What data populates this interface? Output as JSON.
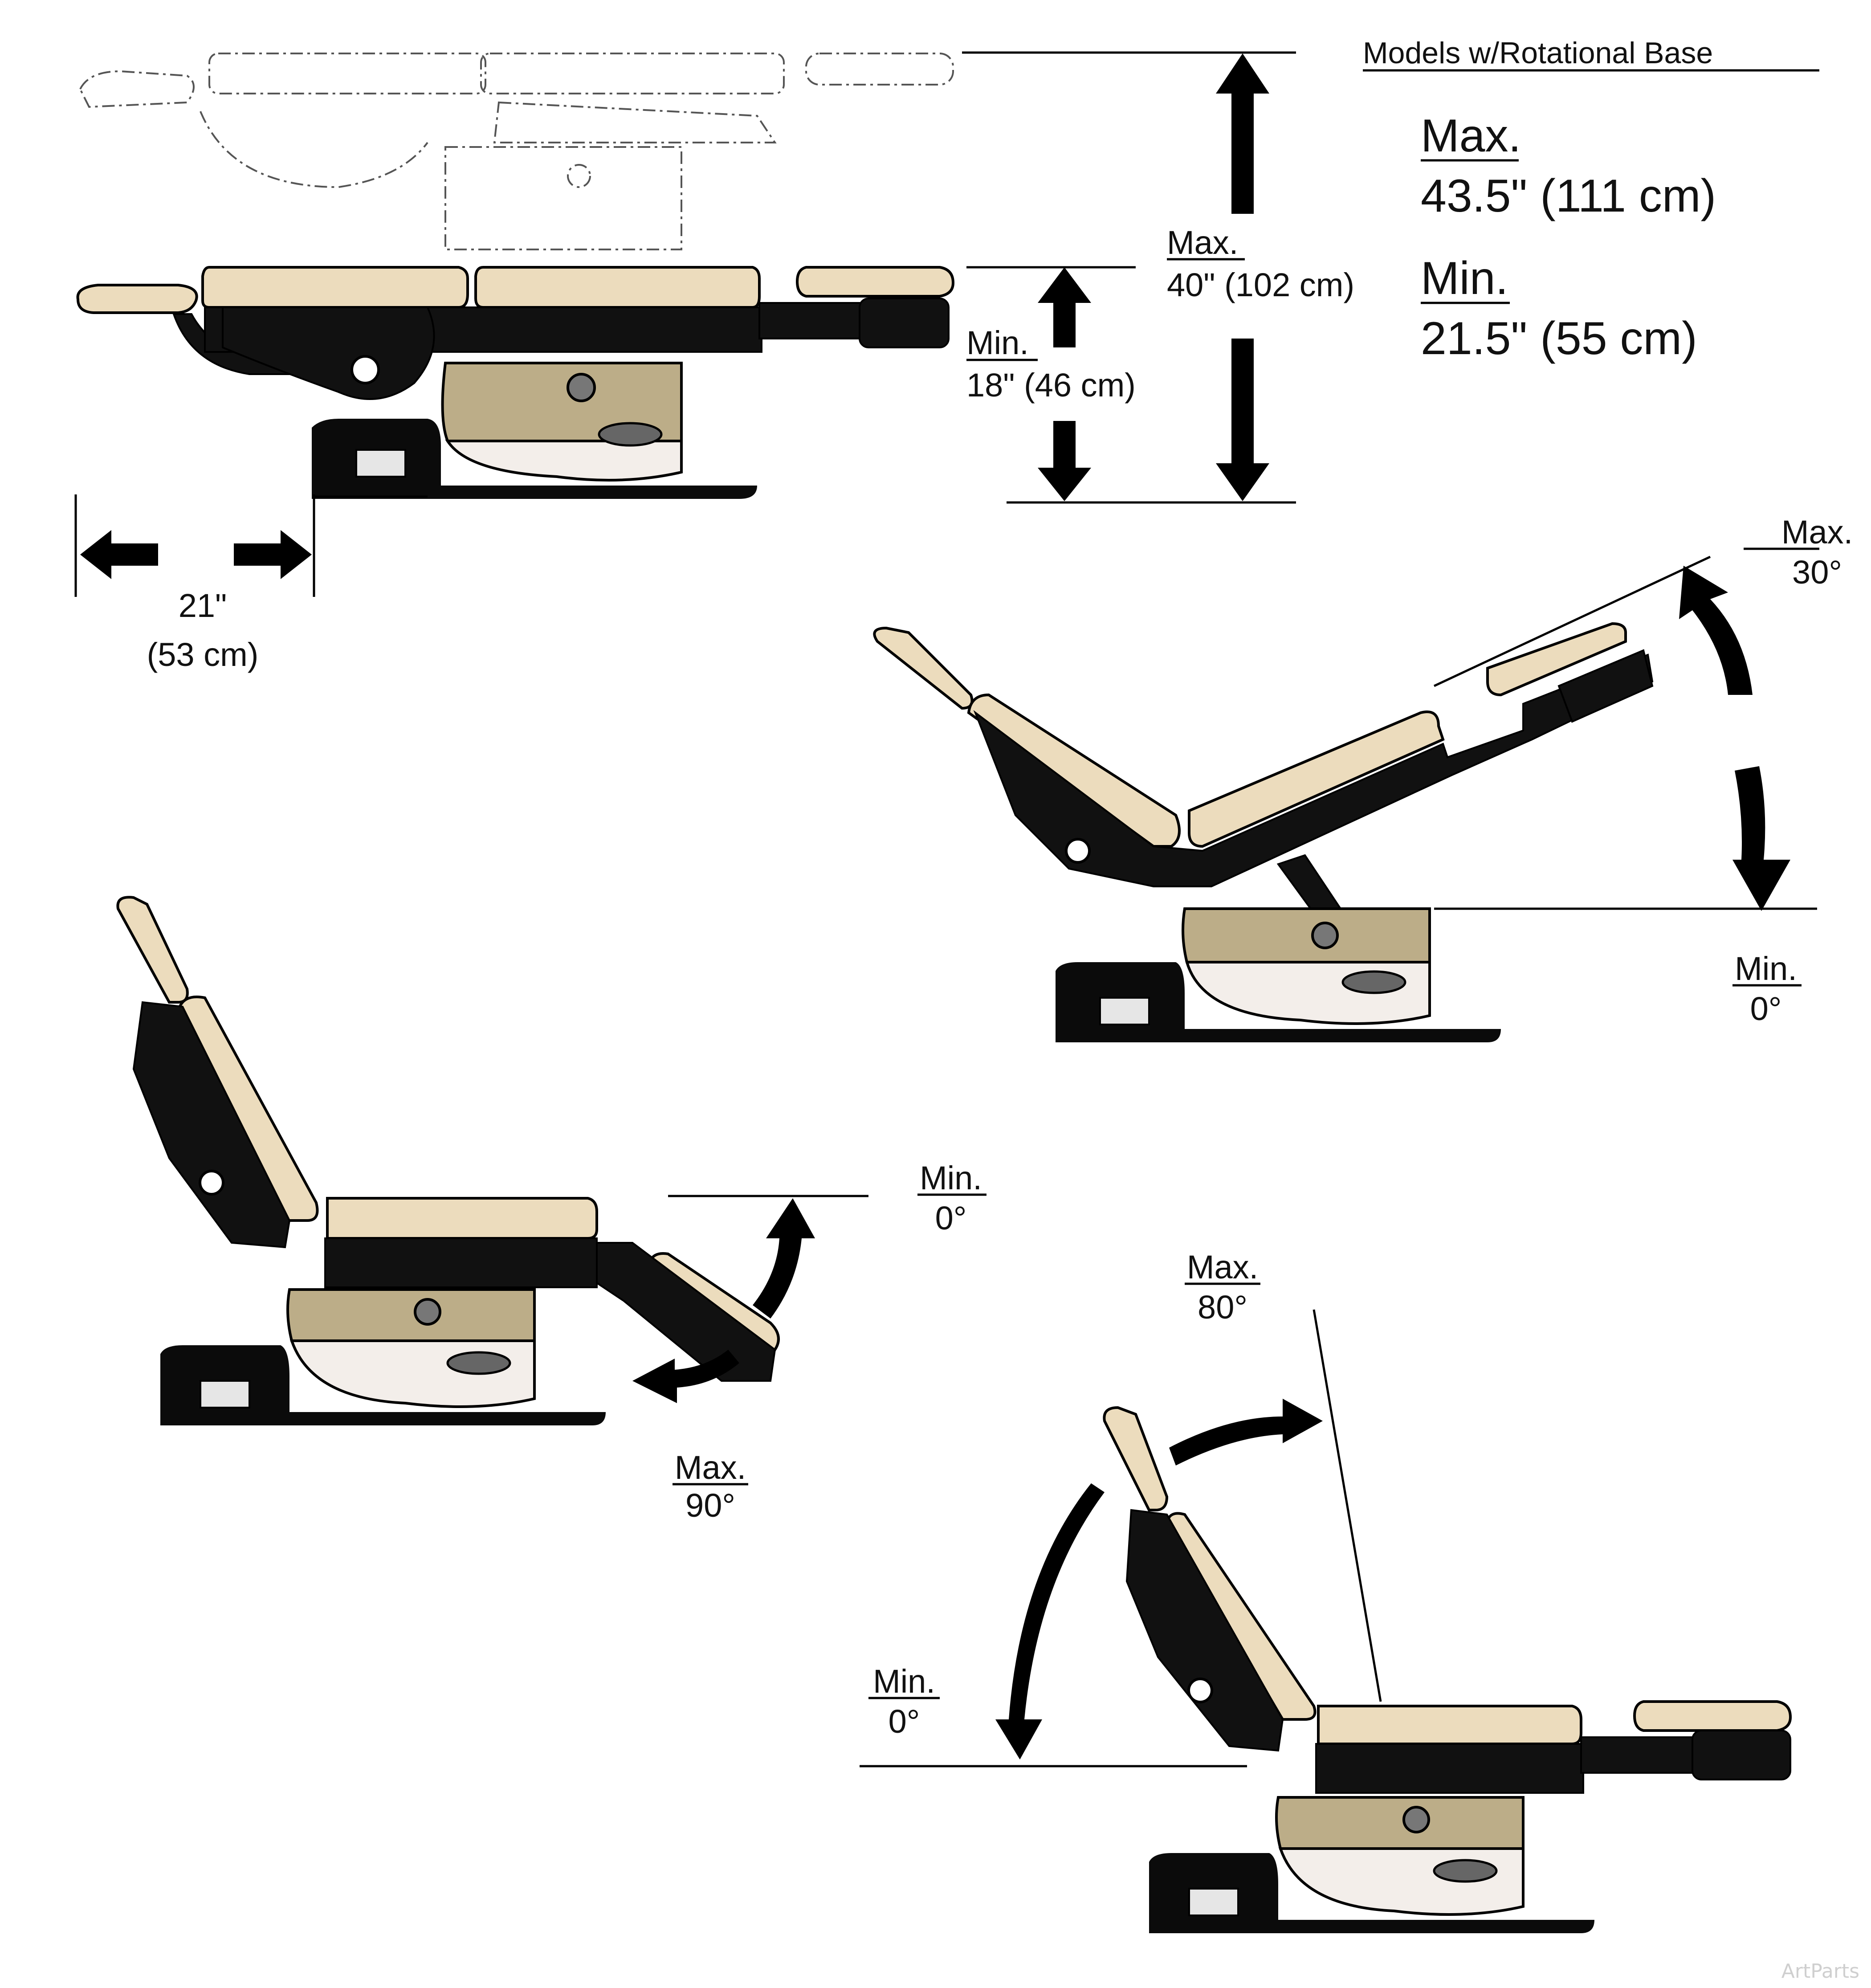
{
  "header": {
    "title": "Models w/Rotational Base"
  },
  "overall_height": {
    "max_label": "Max.",
    "max_value": "43.5\" (111 cm)",
    "min_label": "Min.",
    "min_value": "21.5\" (55 cm)"
  },
  "table_height": {
    "max_label": "Max.",
    "max_value": "40\" (102 cm)",
    "min_label": "Min.",
    "min_value": "18\" (46 cm)"
  },
  "rotation_clearance": {
    "value_in": "21\"",
    "value_cm": "(53 cm)"
  },
  "tilt": {
    "max_label": "Max.",
    "max_value": "30°",
    "min_label": "Min.",
    "min_value": "0°"
  },
  "foot_section": {
    "min_label": "Min.",
    "min_value": "0°",
    "max_label": "Max.",
    "max_value": "90°"
  },
  "back_section": {
    "max_label": "Max.",
    "max_value": "80°",
    "min_label": "Min.",
    "min_value": "0°"
  },
  "watermark": "ArtParts",
  "colors": {
    "upholstery": "#ecdcbd",
    "base_cover": "#bcad88",
    "frame": "#111111"
  }
}
